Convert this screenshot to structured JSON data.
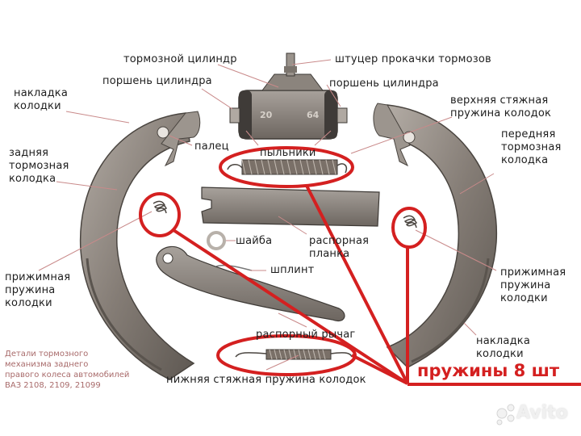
{
  "diagram": {
    "title_note": "Детали тормозного\nмеханизма заднего\nправого колеса автомобилей\nВАЗ 2108, 2109, 21099",
    "labels": {
      "brake_cylinder": "тормозной цилиндр",
      "bleeder_fitting": "штуцер прокачки тормозов",
      "piston_left": "поршень цилиндра",
      "piston_right": "поршень цилиндра",
      "lining_top_left": "накладка\nколодки",
      "upper_spring": "верхняя стяжная\nпружина колодок",
      "pin": "палец",
      "dust_boots": "пыльники",
      "front_shoe": "передняя\nтормозная\nколодка",
      "rear_shoe": "задняя\nтормозная\nколодка",
      "washer": "шайба",
      "spacer_bar": "распорная\nпланка",
      "cotter_pin": "шплинт",
      "hold_spring_left": "прижимная\nпружина\nколодки",
      "hold_spring_right": "прижимная\nпружина\nколодки",
      "spacer_lever": "распорный рычаг",
      "lining_bottom_right": "накладка\nколодки",
      "lower_spring": "нижняя стяжная пружина колодок"
    },
    "cylinder_marks": [
      "20",
      "64"
    ],
    "callout": "пружины 8 шт",
    "watermark": "Avito",
    "colors": {
      "highlight": "#d42020",
      "leader_line": "#c98a8a",
      "metal": "#8a8580",
      "note_text": "#a86a6a"
    }
  }
}
